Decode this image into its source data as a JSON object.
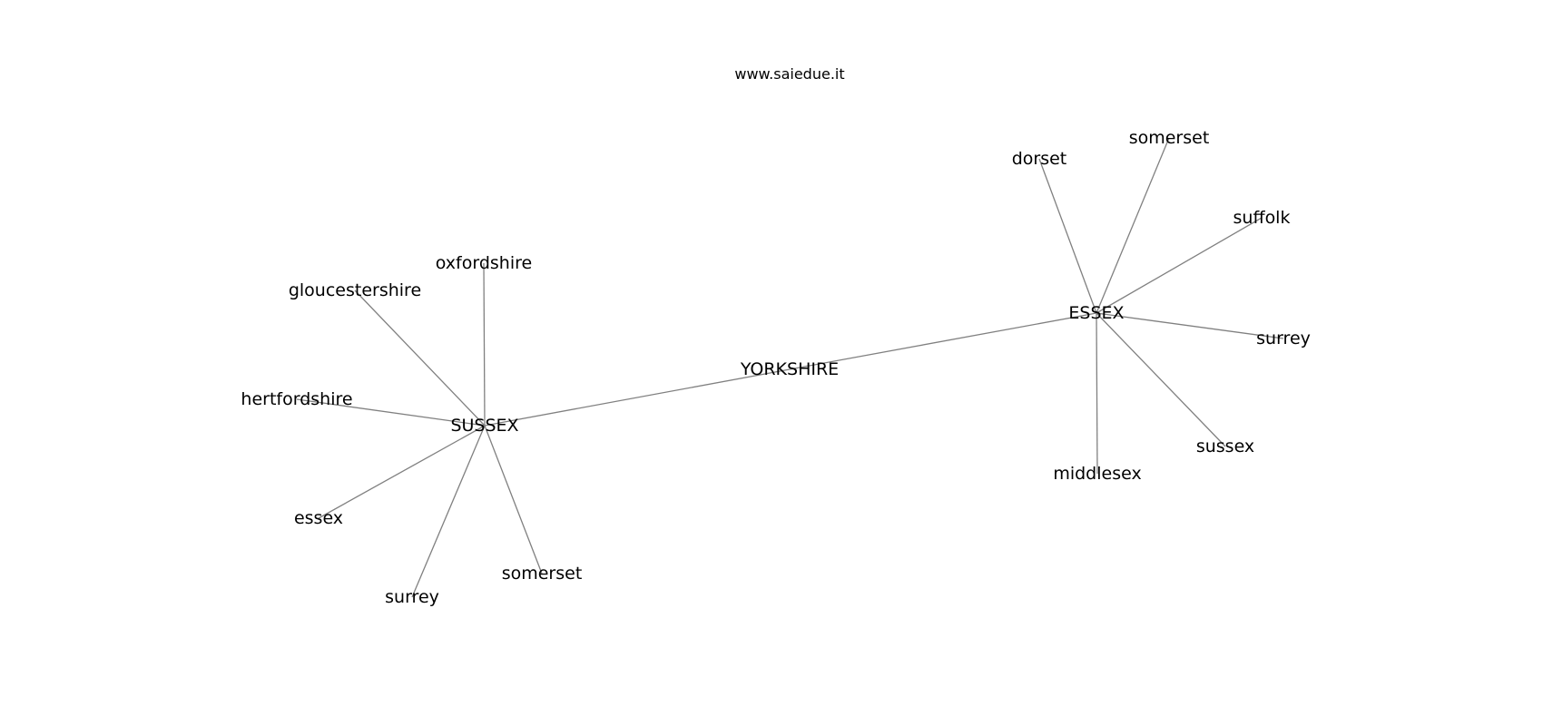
{
  "watermark": "www.saiedue.it",
  "colors": {
    "edge": "#808080",
    "text": "#000000",
    "background": "#ffffff"
  },
  "graph": {
    "nodes": [
      {
        "id": "yorkshire",
        "label": "YORKSHIRE"
      },
      {
        "id": "essex_hub",
        "label": "ESSEX"
      },
      {
        "id": "sussex_hub",
        "label": "SUSSEX"
      },
      {
        "id": "e_dorset",
        "label": "dorset"
      },
      {
        "id": "e_somerset",
        "label": "somerset"
      },
      {
        "id": "e_suffolk",
        "label": "suffolk"
      },
      {
        "id": "e_surrey",
        "label": "surrey"
      },
      {
        "id": "e_sussex",
        "label": "sussex"
      },
      {
        "id": "e_middlesex",
        "label": "middlesex"
      },
      {
        "id": "s_oxfordshire",
        "label": "oxfordshire"
      },
      {
        "id": "s_gloucestershire",
        "label": "gloucestershire"
      },
      {
        "id": "s_hertfordshire",
        "label": "hertfordshire"
      },
      {
        "id": "s_essex",
        "label": "essex"
      },
      {
        "id": "s_surrey",
        "label": "surrey"
      },
      {
        "id": "s_somerset",
        "label": "somerset"
      }
    ],
    "edges": [
      [
        "yorkshire",
        "essex_hub"
      ],
      [
        "yorkshire",
        "sussex_hub"
      ],
      [
        "essex_hub",
        "e_dorset"
      ],
      [
        "essex_hub",
        "e_somerset"
      ],
      [
        "essex_hub",
        "e_suffolk"
      ],
      [
        "essex_hub",
        "e_surrey"
      ],
      [
        "essex_hub",
        "e_sussex"
      ],
      [
        "essex_hub",
        "e_middlesex"
      ],
      [
        "sussex_hub",
        "s_oxfordshire"
      ],
      [
        "sussex_hub",
        "s_gloucestershire"
      ],
      [
        "sussex_hub",
        "s_hertfordshire"
      ],
      [
        "sussex_hub",
        "s_essex"
      ],
      [
        "sussex_hub",
        "s_surrey"
      ],
      [
        "sussex_hub",
        "s_somerset"
      ]
    ]
  }
}
